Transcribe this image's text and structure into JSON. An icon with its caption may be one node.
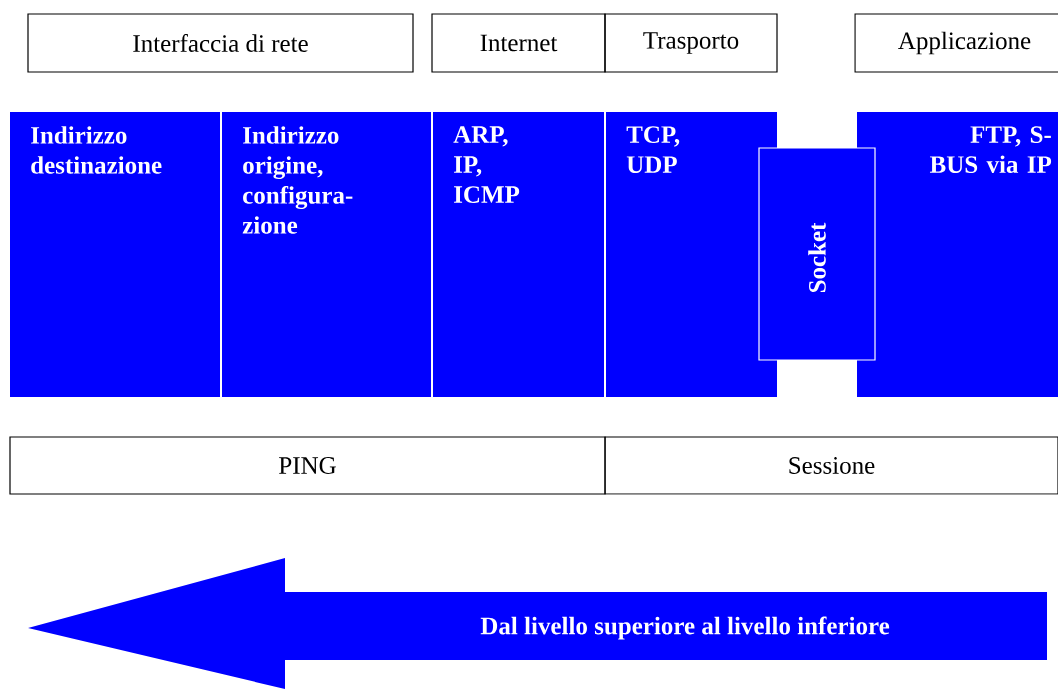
{
  "diagram": {
    "nodes": [
      {
        "text": [
          "Interfaccia di rete"
        ]
      },
      {
        "text": [
          "Internet"
        ]
      },
      {
        "text": [
          "Trasporto"
        ]
      },
      {
        "text": [
          "Applicazione"
        ]
      },
      {
        "text": [
          "Indirizzo destinazione"
        ]
      },
      {
        "text": [
          "Indirizzo origine, configura- zione"
        ]
      },
      {
        "text": [
          "ARP, IP, ICMP"
        ]
      },
      {
        "text": [
          "TCP, UDP"
        ]
      },
      {
        "text": [
          "FTP, S-BUS via IP"
        ]
      },
      {
        "text": [
          "Socket"
        ]
      },
      {
        "text": [
          "PING"
        ]
      },
      {
        "text": [
          "Sessione"
        ]
      },
      {
        "text": [
          "Dal livello superiore al livello inferiore"
        ]
      }
    ]
  }
}
